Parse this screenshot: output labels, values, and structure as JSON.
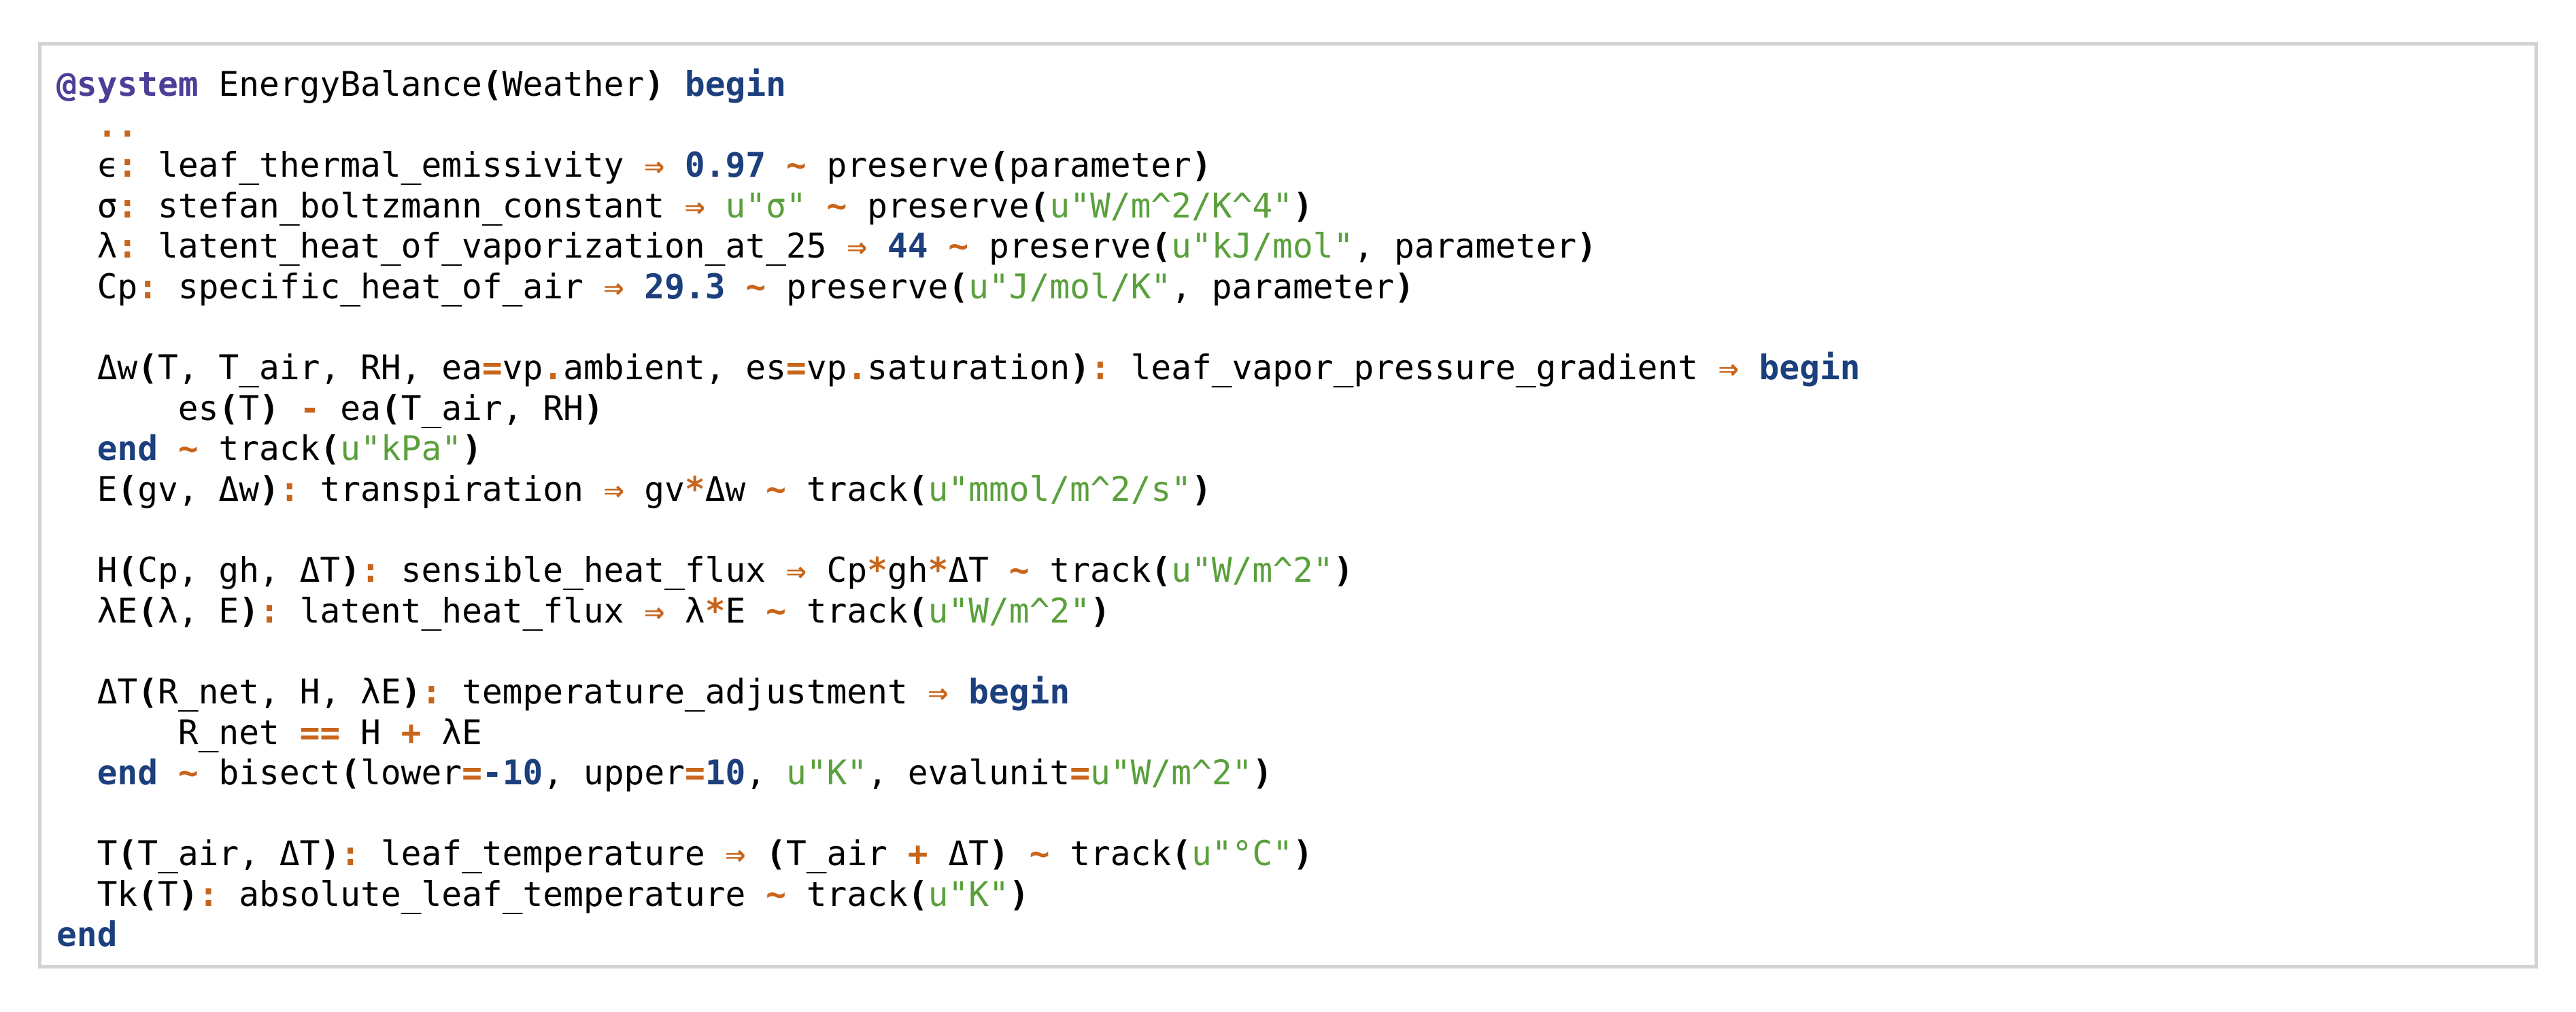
{
  "code": {
    "language": "julia",
    "lines": [
      "@system EnergyBalance(Weather) begin",
      "  ..",
      "  ϵ: leaf_thermal_emissivity ⇒ 0.97 ~ preserve(parameter)",
      "  σ: stefan_boltzmann_constant ⇒ u\"σ\" ~ preserve(u\"W/m^2/K^4\")",
      "  λ: latent_heat_of_vaporization_at_25 ⇒ 44 ~ preserve(u\"kJ/mol\", parameter)",
      "  Cp: specific_heat_of_air ⇒ 29.3 ~ preserve(u\"J/mol/K\", parameter)",
      "",
      "  Δw(T, T_air, RH, ea=vp.ambient, es=vp.saturation): leaf_vapor_pressure_gradient ⇒ begin",
      "      es(T) - ea(T_air, RH)",
      "  end ~ track(u\"kPa\")",
      "  E(gv, Δw): transpiration ⇒ gv*Δw ~ track(u\"mmol/m^2/s\")",
      "",
      "  H(Cp, gh, ΔT): sensible_heat_flux ⇒ Cp*gh*ΔT ~ track(u\"W/m^2\")",
      "  λE(λ, E): latent_heat_flux ⇒ λ*E ~ track(u\"W/m^2\")",
      "",
      "  ΔT(R_net, H, λE): temperature_adjustment ⇒ begin",
      "      R_net == H + λE",
      "  end ~ bisect(lower=-10, upper=10, u\"K\", evalunit=u\"W/m^2\")",
      "",
      "  T(T_air, ΔT): leaf_temperature ⇒ (T_air + ΔT) ~ track(u\"°C\")",
      "  Tk(T): absolute_leaf_temperature ~ track(u\"K\")",
      "end"
    ]
  },
  "colors": {
    "keyword": "#1c3f7d",
    "macro": "#4b3f97",
    "operator": "#c8651b",
    "number": "#1c3f7d",
    "string": "#5aa03c",
    "border": "#d3d3d3"
  }
}
